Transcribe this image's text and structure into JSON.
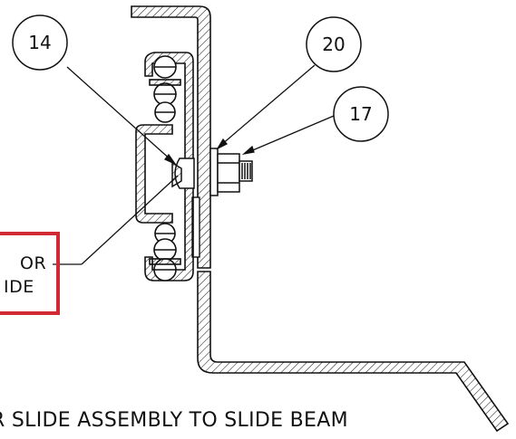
{
  "balloons": [
    {
      "id": "14",
      "label": "14"
    },
    {
      "id": "20",
      "label": "20"
    },
    {
      "id": "17",
      "label": "17"
    }
  ],
  "callout": {
    "line1": "OR",
    "line2": "IDE"
  },
  "caption": "R SLIDE ASSEMBLY TO SLIDE BEAM",
  "colors": {
    "outline": "#111111",
    "callout_border": "#d12a33"
  }
}
